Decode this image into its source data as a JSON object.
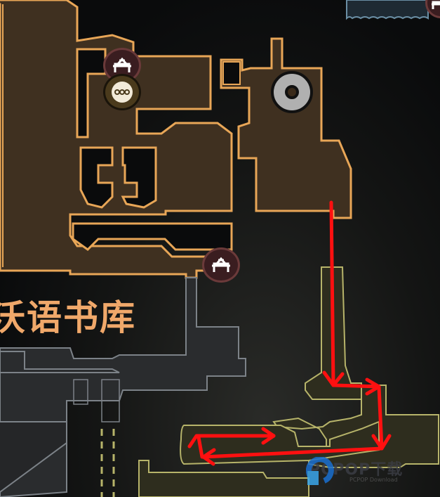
{
  "map": {
    "area_name": "沉默语书库",
    "area_name_visible": "沃语书库",
    "colors": {
      "explored_fill": "#3f3020",
      "explored_border": "#e8a657",
      "unexplored_fill": "#2a2c2e",
      "unexplored_border": "#7c8288",
      "adjacent_fill": "#2e2d1e",
      "adjacent_border": "#b7b46a",
      "route": "#ff1010",
      "water_fill": "#1e2a33",
      "water_border": "#6a8ea4"
    },
    "pins": [
      {
        "type": "bench-pin",
        "label": "bench"
      },
      {
        "type": "shop-pin",
        "label": "vendor"
      },
      {
        "type": "stag-station-pin",
        "label": "station"
      },
      {
        "type": "bench-pin",
        "label": "bench"
      },
      {
        "type": "bench-pin",
        "label": "bench"
      }
    ],
    "route_description": "red arrows showing path down then left"
  },
  "watermark": {
    "text": "PCPOP下载",
    "sub": "PCPOP Download"
  }
}
